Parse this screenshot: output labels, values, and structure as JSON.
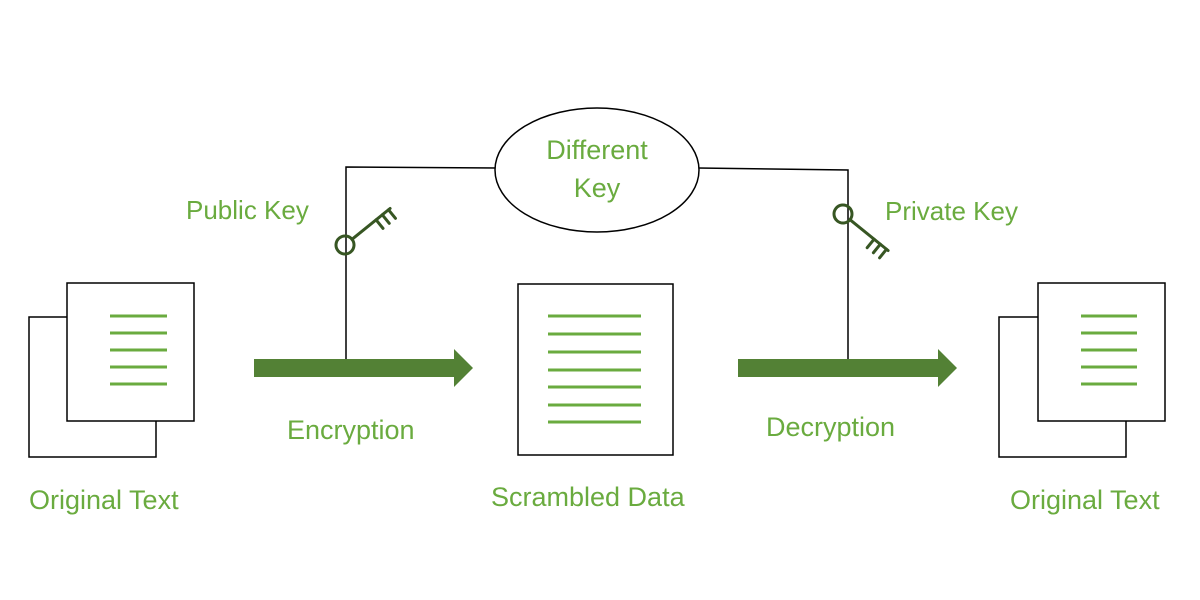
{
  "labels": {
    "source_doc": "Original Text",
    "encryption": "Encryption",
    "public_key": "Public Key",
    "key_oval_line1": "Different",
    "key_oval_line2": "Key",
    "private_key": "Private Key",
    "scrambled": "Scrambled Data",
    "decryption": "Decryption",
    "result_doc": "Original Text"
  },
  "icons": {
    "documents": "document-stack-icon",
    "keys": "key-icon",
    "arrows": "right-arrow-icon"
  },
  "colors": {
    "text": "#6aab3f",
    "arrow": "#538135",
    "doc_lines": "#6aab3f",
    "key": "#375623",
    "outline": "#000000"
  }
}
